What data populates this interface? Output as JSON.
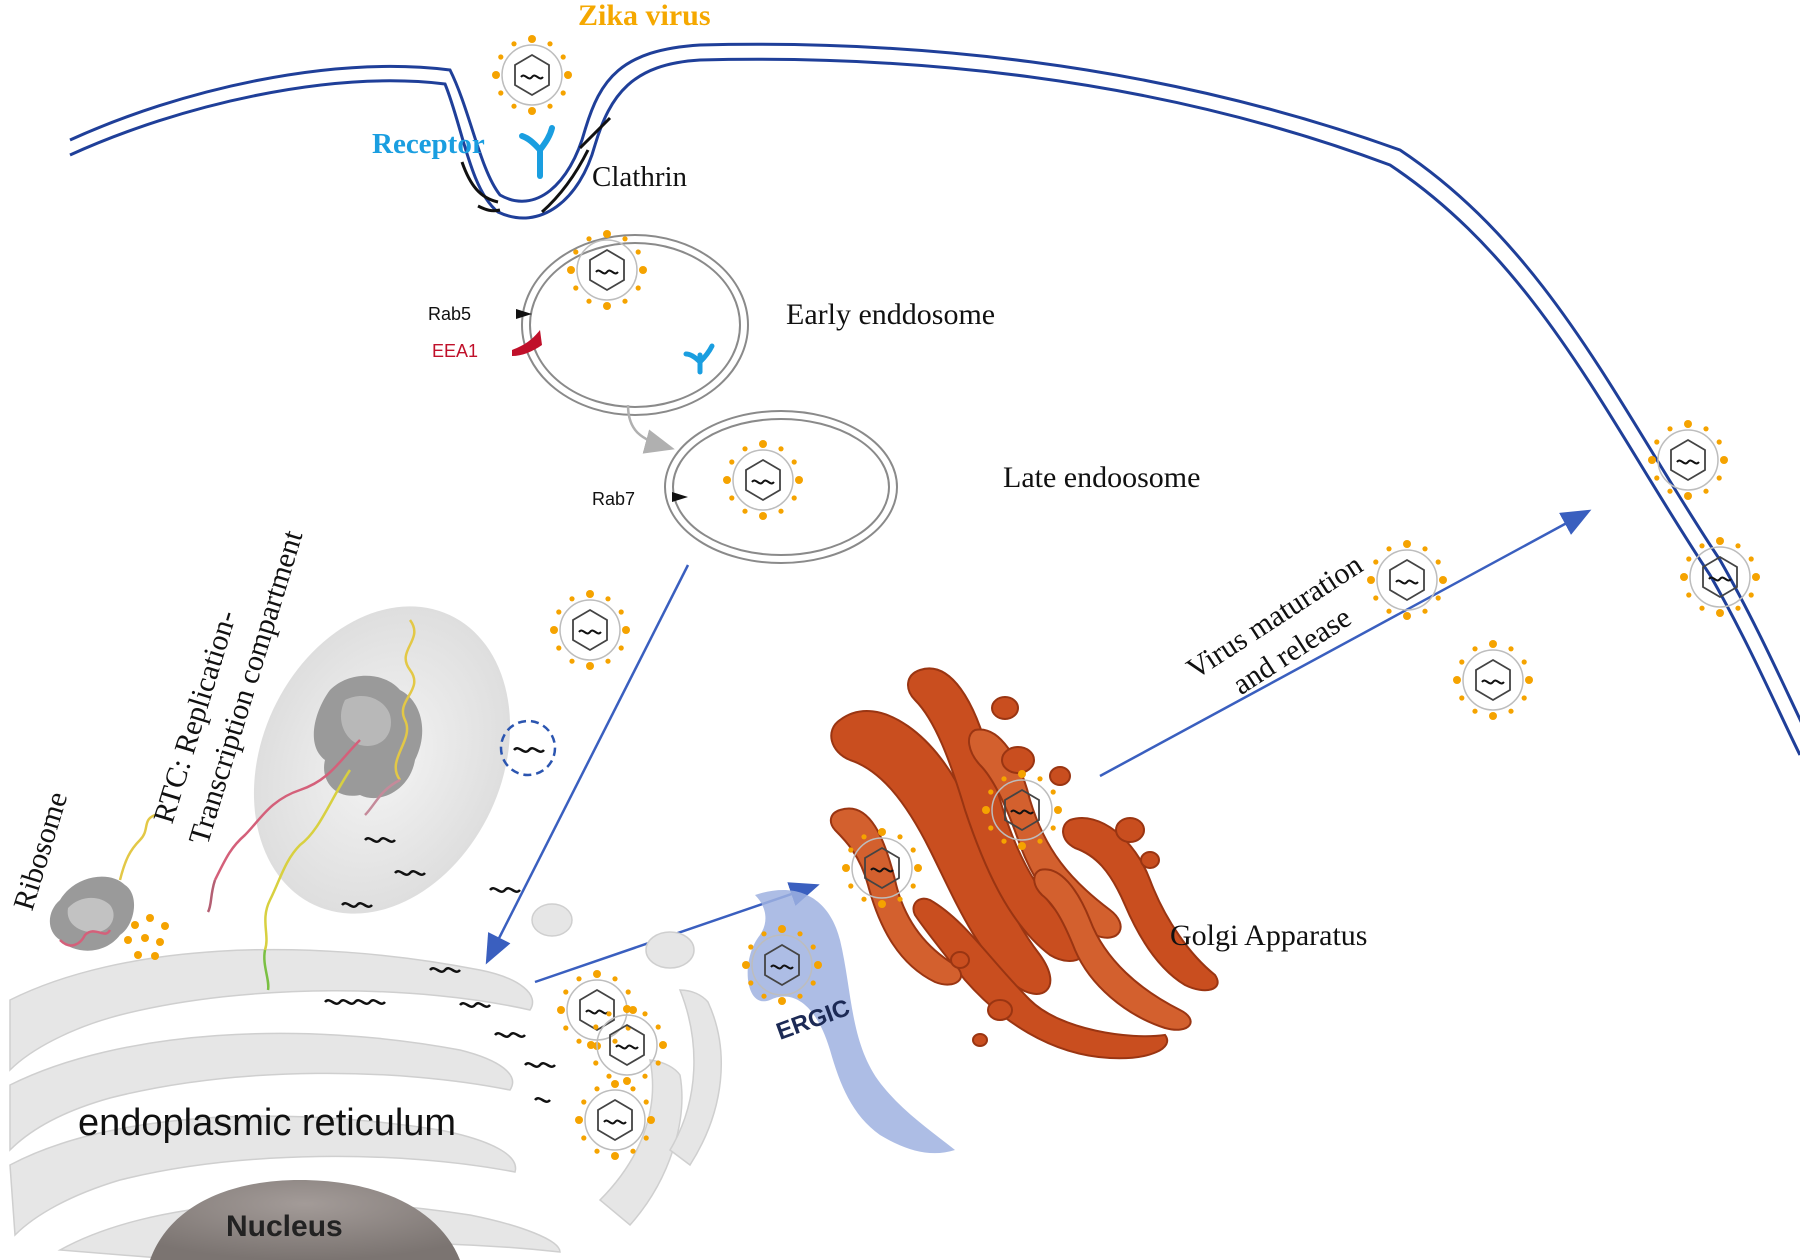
{
  "labels": {
    "zika_virus": "Zika virus",
    "receptor": "Receptor",
    "clathrin": "Clathrin",
    "rab5": "Rab5",
    "eea1": "EEA1",
    "early_endosome": "Early enddosome",
    "rab7": "Rab7",
    "late_endosome": "Late endoosome",
    "rtc_line1": "RTC: Replication-",
    "rtc_line2": "Transcription compartment",
    "ribosome": "Ribosome",
    "maturation_line1": "Virus maturation",
    "maturation_line2": "and release",
    "golgi": "Golgi Apparatus",
    "ergic": "ERGIC",
    "er": "endoplasmic reticulum",
    "nucleus": "Nucleus"
  },
  "colors": {
    "membrane": "#1f3f99",
    "virus_label": "#f5a800",
    "receptor": "#1a9ee0",
    "eea1": "#c0102a",
    "virus_dots": "#f5a300",
    "arrow": "#3a5fbf",
    "golgi": "#c94e1f",
    "golgi_light": "#e8865a",
    "ergic": "#9fb2e0",
    "er": "#e6e6e6",
    "nucleus": "#8a8280"
  }
}
